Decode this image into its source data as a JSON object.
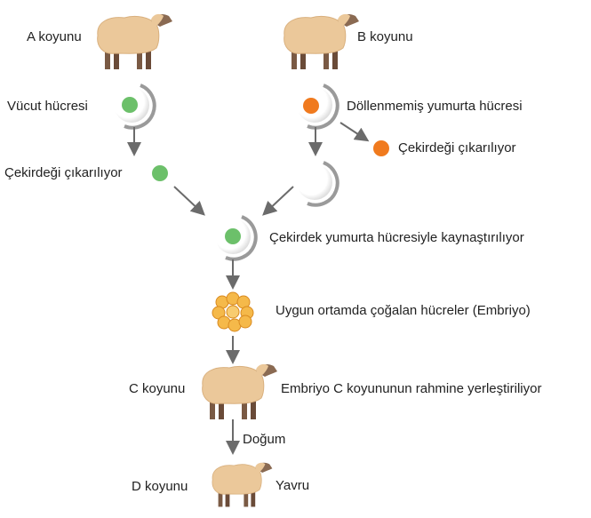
{
  "labels": {
    "sheep_a": "A koyunu",
    "sheep_b": "B koyunu",
    "body_cell": "Vücut hücresi",
    "egg_cell": "Döllenmemiş yumurta hücresi",
    "nucleus_removed_left": "Çekirdeği çıkarılıyor",
    "nucleus_removed_right": "Çekirdeği çıkarılıyor",
    "fusion": "Çekirdek yumurta hücresiyle kaynaştırılıyor",
    "embryo": "Uygun ortamda çoğalan hücreler (Embriyo)",
    "sheep_c": "C koyunu",
    "implant": "Embriyo C koyununun rahmine yerleştiriliyor",
    "birth": "Doğum",
    "sheep_d": "D koyunu",
    "offspring": "Yavru"
  },
  "colors": {
    "wool": "#ebc89a",
    "legs": "#7a5a44",
    "green_nucleus": "#6cc06a",
    "orange_nucleus": "#f07a1e",
    "arrow": "#6b6b6b",
    "embryo": "#f5b94a"
  }
}
